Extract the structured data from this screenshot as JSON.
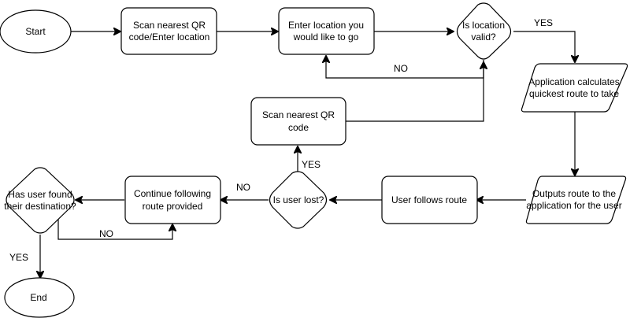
{
  "diagram": {
    "nodes": {
      "start": {
        "lines": [
          "Start"
        ]
      },
      "scan_qr_top": {
        "lines": [
          "Scan nearest QR",
          "code/Enter location"
        ]
      },
      "enter_location": {
        "lines": [
          "Enter location you",
          "would like to go"
        ]
      },
      "location_valid": {
        "lines": [
          "Is location",
          "valid?"
        ]
      },
      "app_calculates": {
        "lines": [
          "Application calculates",
          "quickest route to take"
        ]
      },
      "outputs_route": {
        "lines": [
          "Outputs route to the",
          "application for the user"
        ]
      },
      "user_follows": {
        "lines": [
          "User follows route"
        ]
      },
      "user_lost": {
        "lines": [
          "Is user lost?"
        ]
      },
      "scan_qr_mid": {
        "lines": [
          "Scan nearest QR",
          "code"
        ]
      },
      "continue_following": {
        "lines": [
          "Continue following",
          "route provided"
        ]
      },
      "found_destination": {
        "lines": [
          "Has user found",
          "their destination?"
        ]
      },
      "end": {
        "lines": [
          "End"
        ]
      }
    },
    "edge_labels": {
      "yes_valid": "YES",
      "no_valid": "NO",
      "yes_lost": "YES",
      "no_lost": "NO",
      "no_found": "NO",
      "yes_found": "YES"
    }
  }
}
